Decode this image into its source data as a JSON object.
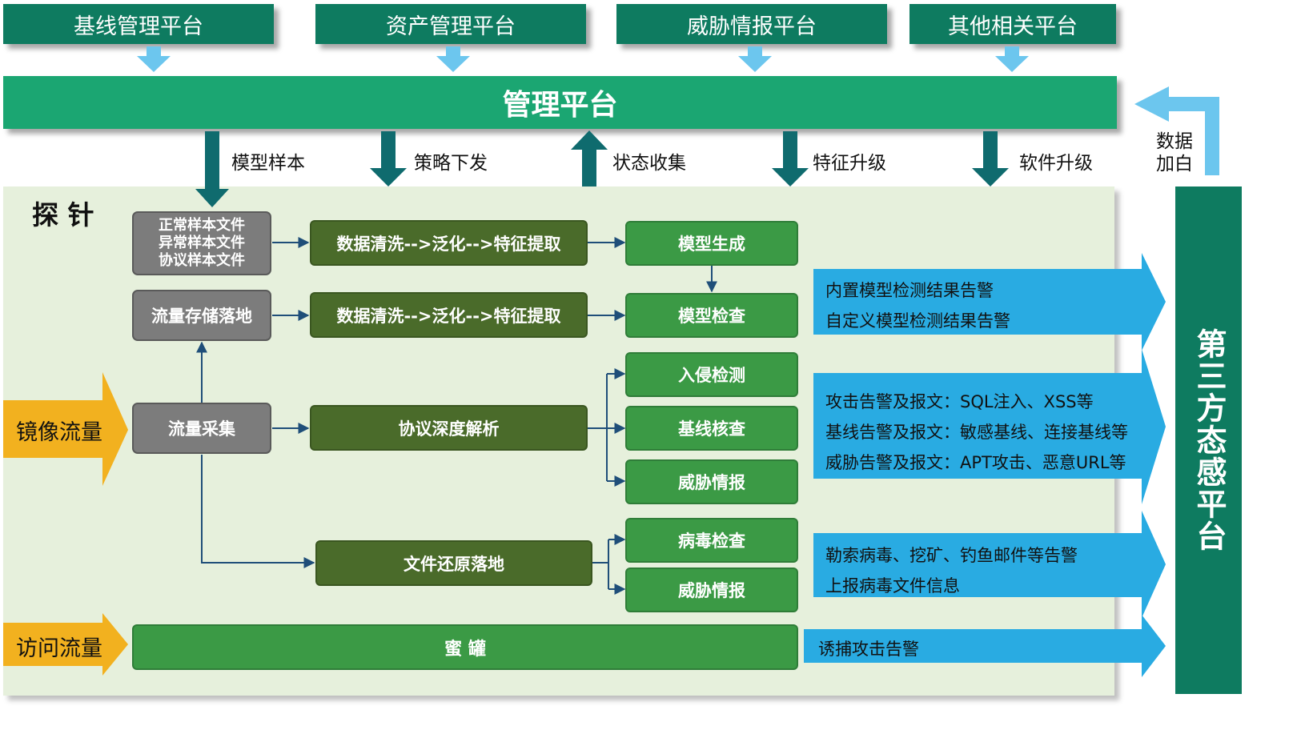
{
  "top_platforms": [
    "基线管理平台",
    "资产管理平台",
    "威胁情报平台",
    "其他相关平台"
  ],
  "management": "管理平台",
  "mgmt_arrows": {
    "model_sample": "模型样本",
    "policy": "策略下发",
    "status": "状态收集",
    "feature": "特征升级",
    "software": "软件升级"
  },
  "whitelist": [
    "数据",
    "加白"
  ],
  "probe_title": "探 针",
  "inputs": {
    "mirror": "镜像流量",
    "access": "访问流量"
  },
  "sample_files": [
    "正常样本文件",
    "异常样本文件",
    "协议样本文件"
  ],
  "nodes": {
    "storage": "流量存储落地",
    "collect": "流量采集",
    "clean1": "数据清洗-->泛化-->特征提取",
    "clean2": "数据清洗-->泛化-->特征提取",
    "parse": "协议深度解析",
    "restore": "文件还原落地",
    "honeypot": "蜜 罐",
    "model_gen": "模型生成",
    "model_check": "模型检查",
    "intrusion": "入侵检测",
    "baseline": "基线核查",
    "threat1": "威胁情报",
    "virus": "病毒检查",
    "threat2": "威胁情报"
  },
  "alerts": {
    "model": [
      "内置模型检测结果告警",
      "自定义模型检测结果告警"
    ],
    "attack": [
      "攻击告警及报文：SQL注入、XSS等",
      "基线告警及报文：敏感基线、连接基线等",
      "威胁告警及报文：APT攻击、恶意URL等"
    ],
    "virus": [
      "勒索病毒、挖矿、钓鱼邮件等告警",
      "上报病毒文件信息"
    ],
    "honeypot": "诱捕攻击告警"
  },
  "third_party": "第三方态感平台",
  "colors": {
    "dark_teal": "#0e7b60",
    "mgmt_green": "#1ba672",
    "probe_bg": "#e6f0dc",
    "gray_box": "#7c7c7c",
    "dark_green_box": "#4a6b2a",
    "green_box": "#3b9a45",
    "alert_blue": "#29abe2",
    "input_gold": "#f2b11f",
    "light_blue_arrow": "#6cc6ee",
    "connector": "#1f4e79"
  }
}
